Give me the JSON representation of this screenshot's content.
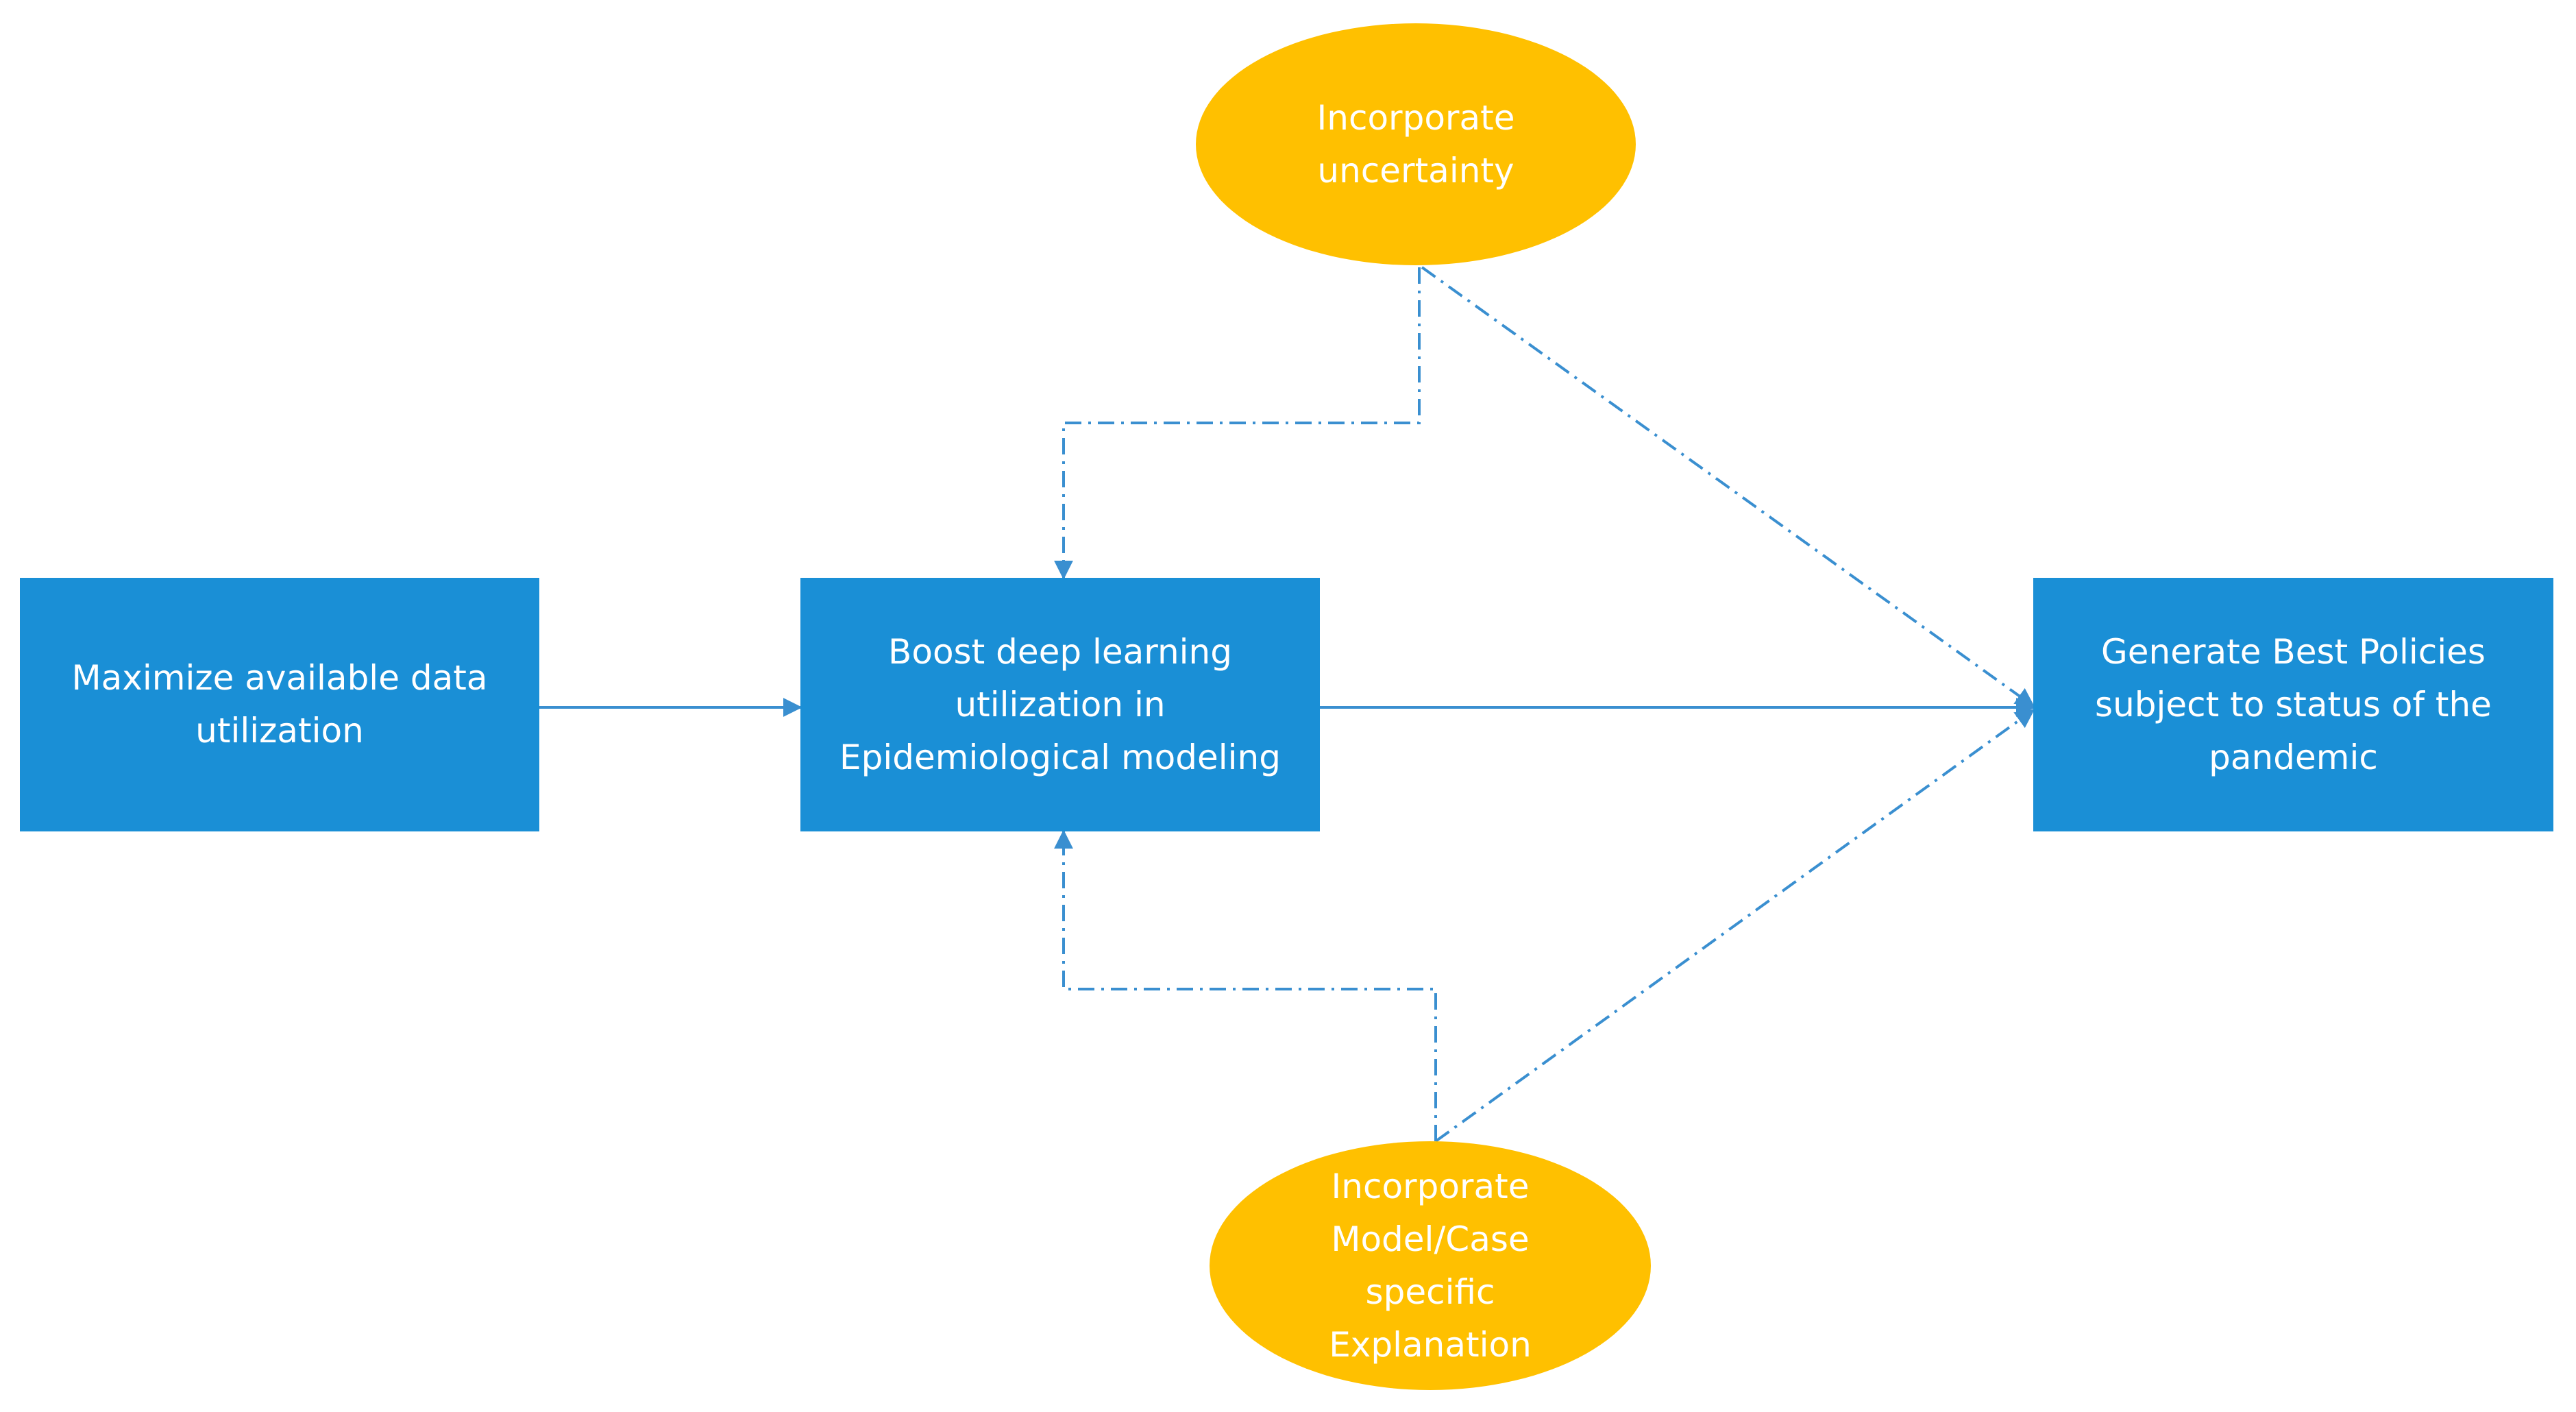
{
  "nodes": {
    "maximize": "Maximize available data utilization",
    "boost": "Boost deep learning utilization in Epidemiological modeling",
    "generate": "Generate Best Policies subject to status of the pandemic",
    "uncertainty": "Incorporate uncertainty",
    "explanation": "Incorporate Model/Case specific Explanation"
  },
  "colors": {
    "box_fill": "#1a8fd6",
    "oval_fill": "#ffc000",
    "connector": "#3a8fd0",
    "text": "#ffffff"
  },
  "edges": [
    {
      "from": "maximize",
      "to": "boost",
      "style": "solid"
    },
    {
      "from": "boost",
      "to": "generate",
      "style": "solid"
    },
    {
      "from": "uncertainty",
      "to": "boost",
      "style": "dash-dot"
    },
    {
      "from": "uncertainty",
      "to": "generate",
      "style": "dash-dot"
    },
    {
      "from": "explanation",
      "to": "boost",
      "style": "dash-dot"
    },
    {
      "from": "explanation",
      "to": "generate",
      "style": "dash-dot"
    }
  ]
}
